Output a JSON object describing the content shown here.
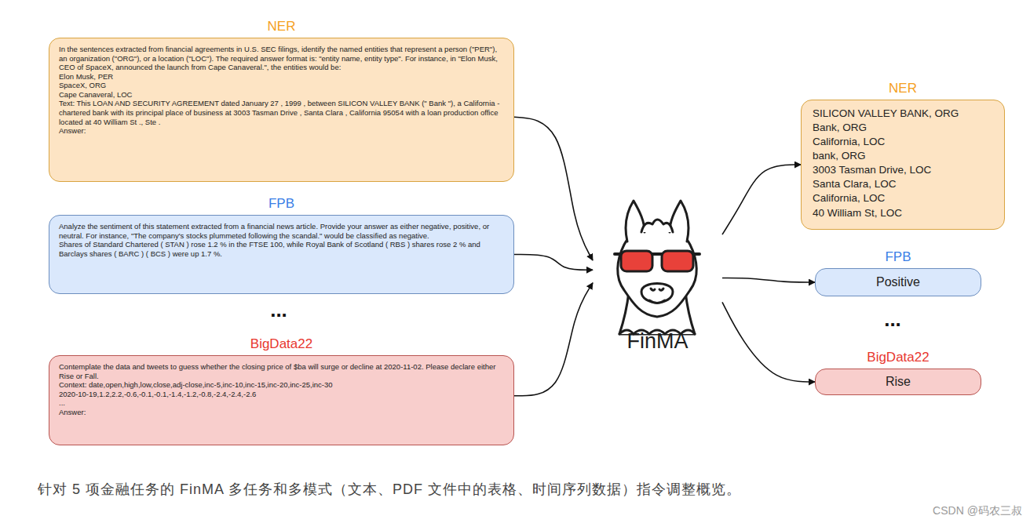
{
  "diagram": {
    "caption": "针对 5 项金融任务的 FinMA 多任务和多模式（文本、PDF 文件中的表格、时间序列数据）指令调整概览。",
    "nodes": [
      {
        "text": [
          "NER",
          "In the sentences extracted from financial agreements in U.S. SEC filings, identify the named entities that represent a person (\"PER\"), an organization (\"ORG\"), or a location (\"LOC\"). The required answer format is: \"entity name, entity type\". For instance, in \"Elon Musk, CEO of SpaceX, announced the launch from Cape Canaveral.\", the entities would be:",
          "Elon Musk, PER",
          "SpaceX, ORG",
          "Cape Canaveral, LOC",
          "Text: This LOAN AND SECURITY AGREEMENT dated January 27 , 1999 , between SILICON VALLEY BANK (\" Bank \"), a California - chartered bank with its principal place of business at 3003 Tasman Drive , Santa Clara , California 95054 with a loan production office located at 40 William St ., Ste .",
          "Answer:"
        ]
      },
      {
        "text": [
          "FPB",
          "Analyze the sentiment of this statement extracted from a financial news article. Provide your answer as either negative, positive, or neutral. For instance, \"The company's stocks plummeted following the scandal.\" would be classified as negative.",
          "Shares of Standard Chartered ( STAN ) rose 1.2 % in the FTSE 100, while Royal Bank of Scotland ( RBS ) shares rose 2 % and Barclays shares ( BARC ) ( BCS ) were up 1.7 %."
        ]
      },
      {
        "text": [
          "BigData22",
          "Contemplate the data and tweets to guess whether the closing price of $ba will surge or decline at 2020-11-02. Please declare either Rise or Fall.",
          "Context: date,open,high,low,close,adj-close,inc-5,inc-10,inc-15,inc-20,inc-25,inc-30",
          "2020-10-19,1.2,2.2,-0.6,-0.1,-0.1,-1.4,-1.2,-0.8,-2.4,-2.4,-2.6",
          "...",
          "Answer:"
        ]
      },
      {
        "text": [
          "FinMA"
        ]
      },
      {
        "text": [
          "NER",
          "SILICON VALLEY BANK, ORG",
          "Bank, ORG",
          "California, LOC",
          "bank, ORG",
          "3003 Tasman Drive, LOC",
          "Santa Clara, LOC",
          "California, LOC",
          "40 William St, LOC"
        ]
      },
      {
        "text": [
          "FPB",
          "Positive"
        ]
      },
      {
        "text": [
          "BigData22",
          "Rise"
        ]
      }
    ],
    "edges": [
      {
        "from": 0,
        "to": 3,
        "arrow": "to"
      },
      {
        "from": 1,
        "to": 3,
        "arrow": "to"
      },
      {
        "from": 2,
        "to": 3,
        "arrow": "to"
      },
      {
        "from": 3,
        "to": 4,
        "arrow": "to"
      },
      {
        "from": 3,
        "to": 5,
        "arrow": "to"
      },
      {
        "from": 3,
        "to": 6,
        "arrow": "to"
      }
    ],
    "labels": [
      "...",
      "...",
      "CSDN @码农三叔"
    ]
  }
}
